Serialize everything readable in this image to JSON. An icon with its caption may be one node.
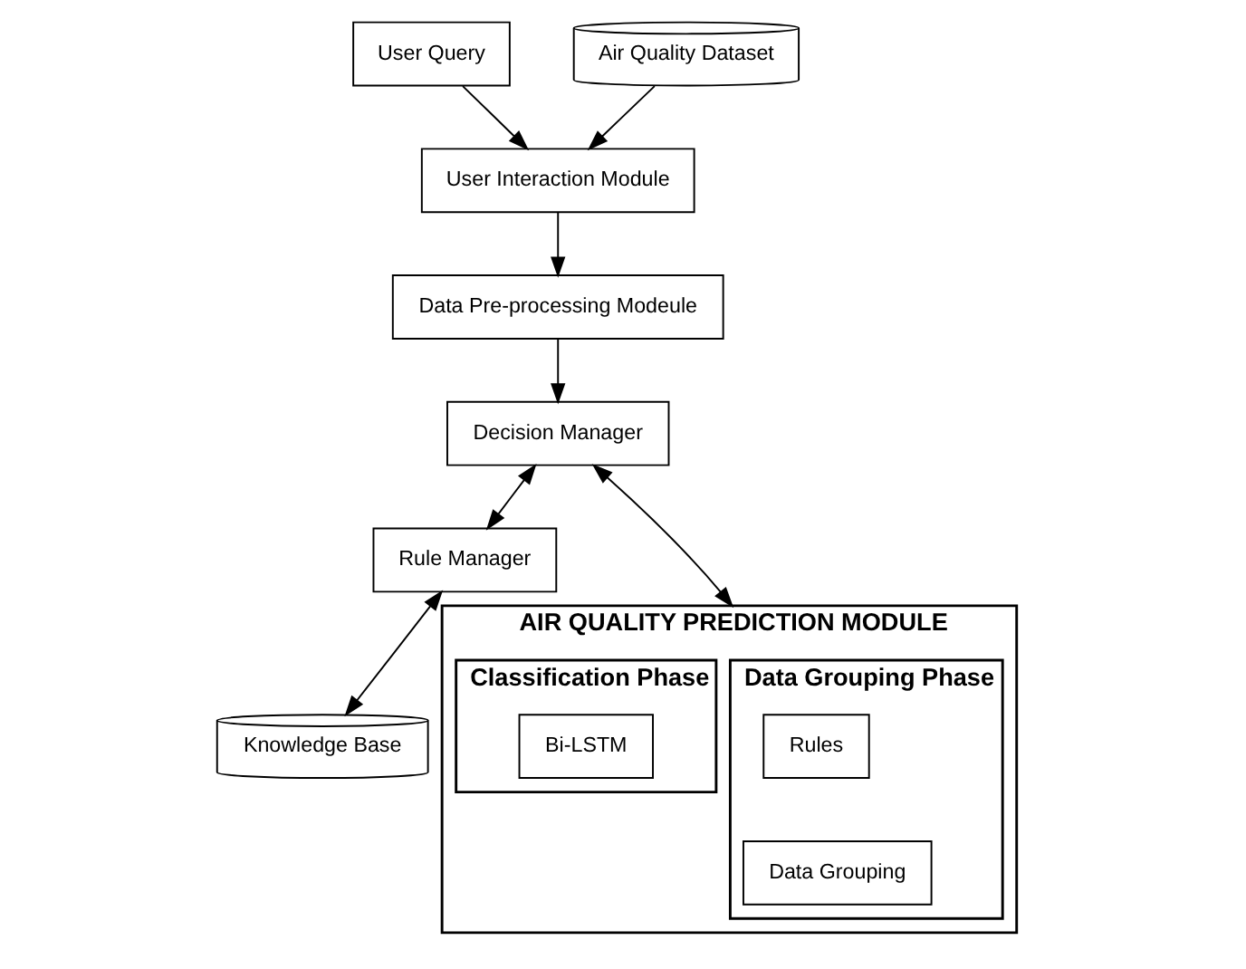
{
  "diagram": {
    "nodes": [
      {
        "text": [
          "User Query"
        ]
      },
      {
        "text": [
          "User Interaction Module"
        ]
      },
      {
        "text": [
          "Air Quality Dataset"
        ]
      },
      {
        "text": [
          "Data Pre-processing Modeule"
        ]
      },
      {
        "text": [
          "Decision Manager"
        ]
      },
      {
        "text": [
          "Rule Manager"
        ]
      },
      {
        "text": [
          "Knowledge Base"
        ]
      },
      {
        "text": [
          "AIR QUALITY PREDICTION MODULE"
        ]
      },
      {
        "text": [
          "Data Grouping Phase"
        ],
        "in": 7
      },
      {
        "text": [
          "Rules"
        ],
        "in": 8
      },
      {
        "text": [
          "Data Grouping"
        ],
        "in": 8
      },
      {
        "text": [
          "Classification Phase"
        ],
        "in": 7
      },
      {
        "text": [
          "Bi-LSTM"
        ],
        "in": 11
      }
    ],
    "edges": [
      {
        "from": 0,
        "to": 1,
        "arrow": "to"
      },
      {
        "from": 2,
        "to": 1,
        "arrow": "to"
      },
      {
        "from": 1,
        "to": 3,
        "arrow": "to"
      },
      {
        "from": 3,
        "to": 4,
        "arrow": "to"
      },
      {
        "from": 4,
        "to": 5,
        "arrow": "both"
      },
      {
        "from": 4,
        "to": 7,
        "arrow": "both"
      },
      {
        "from": 5,
        "to": 6,
        "arrow": "both"
      }
    ]
  }
}
